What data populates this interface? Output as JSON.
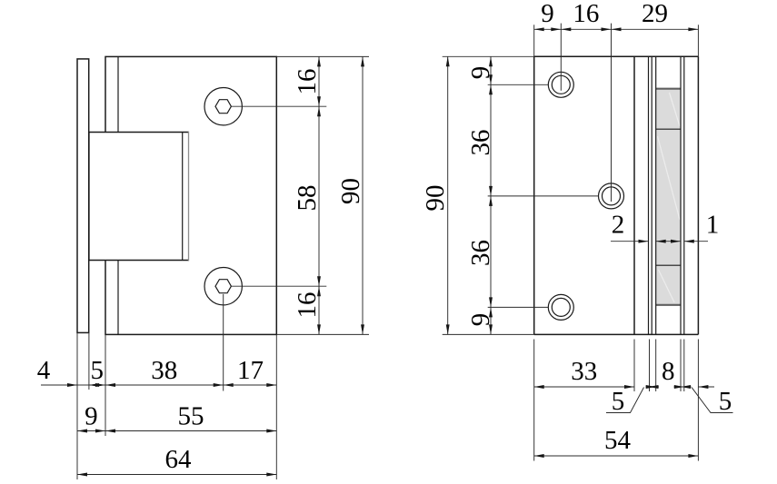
{
  "front_view": {
    "bottom_row1": {
      "d4": "4",
      "d5": "5",
      "d38": "38",
      "d17": "17"
    },
    "bottom_row2": {
      "d9": "9",
      "d55": "55"
    },
    "bottom_row3": {
      "d64": "64"
    },
    "right_col": {
      "d16_top": "16",
      "d58": "58",
      "d16_bottom": "16",
      "d90": "90"
    }
  },
  "side_view": {
    "top_row": {
      "d9": "9",
      "d16": "16",
      "d29": "29"
    },
    "left_col": {
      "d90": "90",
      "d9_top": "9",
      "d36_upper": "36",
      "d36_lower": "36",
      "d9_bottom": "9"
    },
    "callouts": {
      "p2": "2",
      "p1": "1"
    },
    "bottom_rows": {
      "d33": "33",
      "d8": "8",
      "d5_left": "5",
      "d5_right": "5",
      "d54": "54"
    }
  }
}
